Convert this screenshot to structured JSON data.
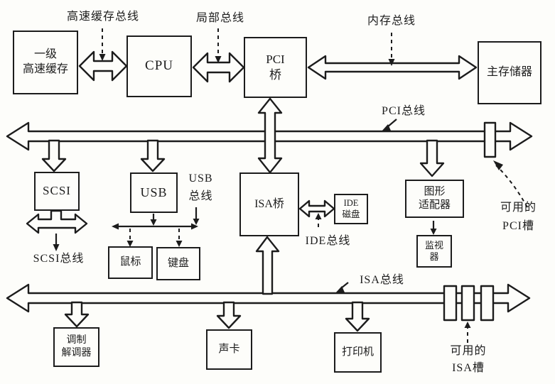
{
  "colors": {
    "ink": "#1c1c1c",
    "paper": "#fdfdfa"
  },
  "boxes": {
    "l1_cache": "一级\n高速缓存",
    "cpu": "CPU",
    "pci_bridge": "PCI\n桥",
    "main_memory": "主存储器",
    "scsi": "SCSI",
    "usb": "USB",
    "isa_bridge": "ISA桥",
    "ide_disk": "IDE\n磁盘",
    "graphics_adapter": "图形\n适配器",
    "monitor": "监视\n器",
    "mouse": "鼠标",
    "keyboard": "键盘",
    "modem": "调制\n解调器",
    "sound_card": "声卡",
    "printer": "打印机"
  },
  "labels": {
    "cache_bus": "高速缓存总线",
    "local_bus": "局部总线",
    "memory_bus": "内存总线",
    "pci_bus": "PCI总线",
    "scsi_bus": "SCSI总线",
    "usb_bus": "USB\n总线",
    "ide_bus": "IDE总线",
    "isa_bus": "ISA总线",
    "available_pci_slot": "可用的\nPCI槽",
    "available_isa_slot": "可用的\nISA槽"
  }
}
